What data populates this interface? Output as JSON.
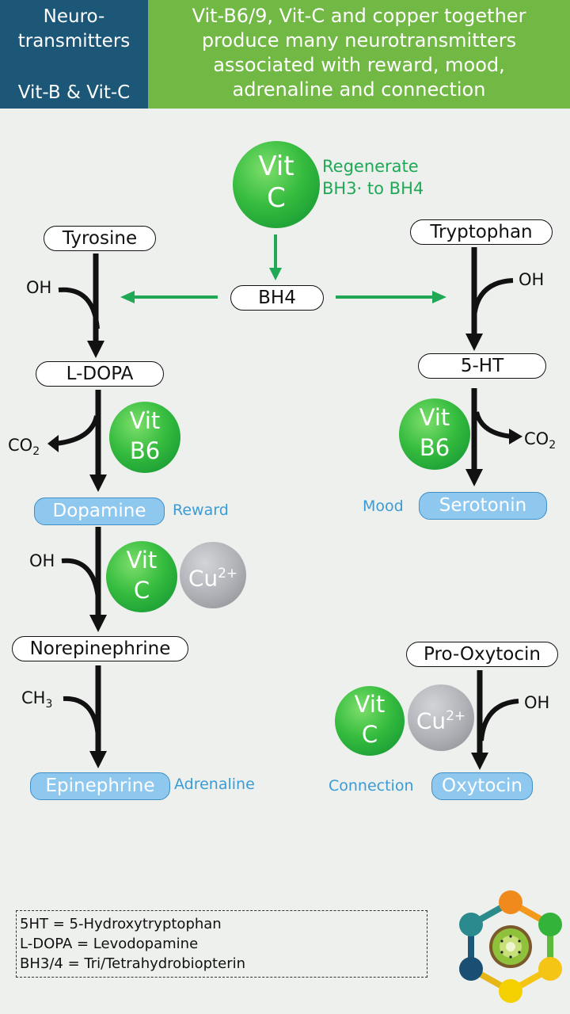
{
  "header": {
    "left_line1": "Neuro-",
    "left_line2": "transmitters",
    "left_line3": "Vit-B & Vit-C",
    "right_line1": "Vit-B6/9, Vit-C and copper together",
    "right_line2": "produce many neurotransmitters",
    "right_line3": "associated with reward, mood,",
    "right_line4": "adrenaline and connection"
  },
  "top": {
    "vitc_line1": "Vit",
    "vitc_line2": "C",
    "regen_line1": "Regenerate",
    "regen_line2": "BH3· to BH4",
    "bh4": "BH4"
  },
  "left_pathway": {
    "tyrosine": "Tyrosine",
    "oh1": "OH",
    "ldopa": "L-DOPA",
    "co2": "CO",
    "co2_sub": "2",
    "vitb6_line1": "Vit",
    "vitb6_line2": "B6",
    "dopamine": "Dopamine",
    "reward": "Reward",
    "oh2": "OH",
    "vitc_line1": "Vit",
    "vitc_line2": "C",
    "cu": "Cu",
    "cu_sup": "2+",
    "norepinephrine": "Norepinephrine",
    "ch3": "CH",
    "ch3_sub": "3",
    "epinephrine": "Epinephrine",
    "adrenaline": "Adrenaline"
  },
  "right_pathway": {
    "tryptophan": "Tryptophan",
    "oh1": "OH",
    "fiveht": "5-HT",
    "co2": "CO",
    "co2_sub": "2",
    "vitb6_line1": "Vit",
    "vitb6_line2": "B6",
    "serotonin": "Serotonin",
    "mood": "Mood",
    "prooxytocin": "Pro-Oxytocin",
    "oh2": "OH",
    "vitc_line1": "Vit",
    "vitc_line2": "C",
    "cu": "Cu",
    "cu_sup": "2+",
    "oxytocin": "Oxytocin",
    "connection": "Connection"
  },
  "legend": {
    "line1": "5HT = 5-Hydroxytryptophan",
    "line2": "L-DOPA = Levodopamine",
    "line3": "BH3/4 = Tri/Tetrahydrobiopterin"
  },
  "colors": {
    "header_left": "#1d5777",
    "header_right": "#71b845",
    "vitamin_green": "#37bd3f",
    "copper_gray": "#aeb0b5",
    "product_blue": "#8ec8ef",
    "annotation_blue": "#3a9bd5",
    "annotation_green": "#1fa855"
  },
  "logo_icon": "hexagon-kiwi-logo-icon"
}
